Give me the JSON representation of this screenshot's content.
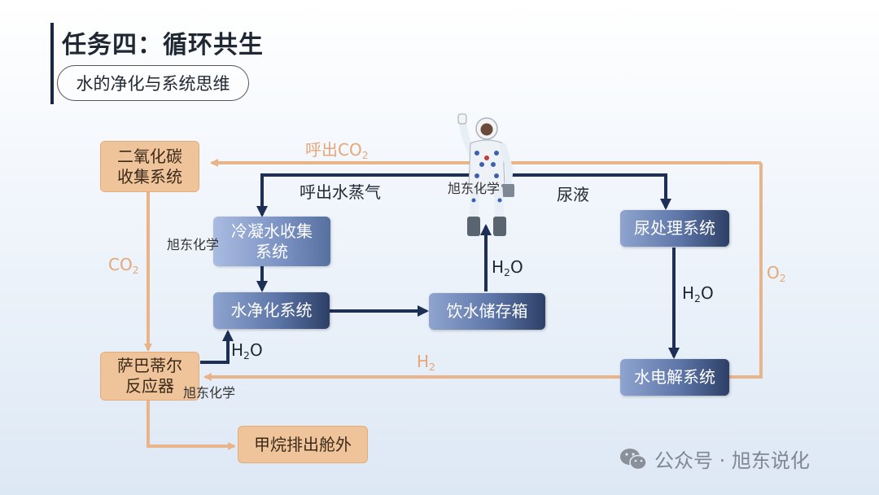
{
  "header": {
    "title": "任务四：循环共生",
    "subtitle": "水的净化与系统思维"
  },
  "nodes": {
    "co2_collection": "二氧化碳\n收集系统",
    "sabatier_reactor": "萨巴蒂尔\n反应器",
    "methane_exhaust": "甲烷排出舱外",
    "condensate_collection": "冷凝水收集\n系统",
    "water_purification": "水净化系统",
    "drinking_tank": "饮水储存箱",
    "urine_processing": "尿处理系统",
    "electrolysis": "水电解系统"
  },
  "edge_labels": {
    "exhale_co2": "呼出CO",
    "exhale_co2_sub": "2",
    "exhale_vapor": "呼出水蒸气",
    "urine": "尿液",
    "co2": "CO",
    "co2_sub": "2",
    "o2": "O",
    "o2_sub": "2",
    "h2": "H",
    "h2_sub": "2",
    "h2o_sabatier": "H",
    "h2o_sabatier_sub": "2",
    "h2o_sabatier_tail": "O",
    "h2o_tank": "H",
    "h2o_tank_sub": "2",
    "h2o_tank_tail": "O",
    "h2o_electrolysis": "H",
    "h2o_electrolysis_sub": "2",
    "h2o_electrolysis_tail": "O"
  },
  "watermarks": {
    "wm1": "旭东化学",
    "wm2": "旭东化学",
    "wm3": "旭东化学"
  },
  "footer": {
    "text": "公众号 · 旭东说化"
  },
  "colors": {
    "orange_arrow": "#e9b48a",
    "navy_arrow": "#1d2f55",
    "orange_box": "#f0c49a",
    "blue_box": "#5d76a8"
  }
}
